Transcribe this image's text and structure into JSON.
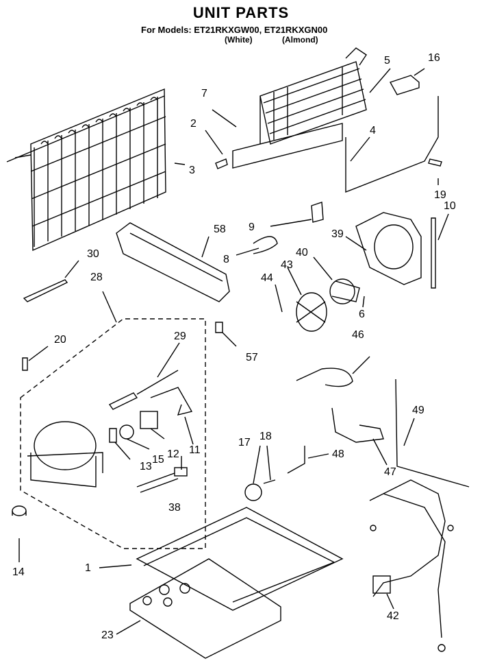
{
  "header": {
    "title": "UNIT PARTS",
    "models_line": "For Models: ET21RKXGW00, ET21RKXGN00",
    "variant_white": "(White)",
    "variant_almond": "(Almond)"
  },
  "callouts": [
    "1",
    "2",
    "3",
    "4",
    "5",
    "6",
    "7",
    "8",
    "9",
    "10",
    "11",
    "12",
    "13",
    "14",
    "15",
    "16",
    "17",
    "18",
    "19",
    "20",
    "23",
    "28",
    "29",
    "30",
    "38",
    "39",
    "40",
    "42",
    "43",
    "44",
    "46",
    "47",
    "48",
    "49",
    "57",
    "58"
  ]
}
